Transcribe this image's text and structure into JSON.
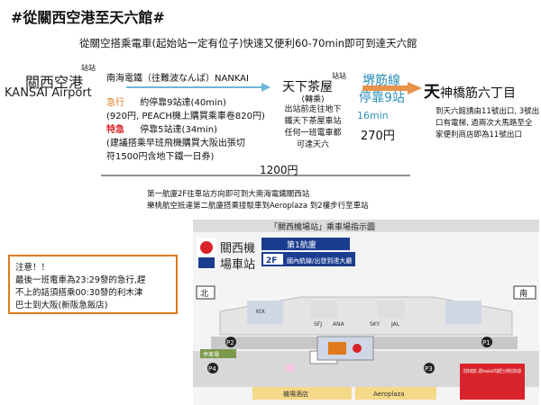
{
  "title": "#從關西空港至天六館#",
  "subtitle": "從關空搭乘電車(起始站一定有位子)快速又便利60-70min即可到達天六館",
  "origin": {
    "name": "關西空港",
    "station_mark": "站站",
    "name_en": "KANSAI Airport"
  },
  "nankai": {
    "title": "南海電鐵（往難波なんば）NANKAI",
    "express_label": "急行",
    "express_desc": "約停靠9站達(40min)",
    "express_desc2": "(920円, PEACH機上購買乘車卷820円)",
    "tokkyu_label": "特急",
    "tokkyu_desc": "停靠5站達(34min)",
    "tokkyu_desc2": "(建議搭乘早班飛機購買大阪出張切",
    "tokkyu_desc3": "符1500円含地下鐵一日券)"
  },
  "tenga": {
    "name": "天下茶屋",
    "station_mark": "站站",
    "note1": "(轉乘)",
    "note2": "出站前走往地下",
    "note3": "鐵天下茶屋車站",
    "note4": "任何一班電車都",
    "note5": "可達天六"
  },
  "sakaisuji": {
    "line": "堺筋線",
    "stops": "停靠9站",
    "time": "16min",
    "fare": "270円"
  },
  "destination": {
    "prefix": "天",
    "name": "神橋筋六丁目",
    "note1": "到天六館請由11號出口, 3號出",
    "note2": "口有電梯, 過兩次大馬路至全",
    "note3": "家便利商店即為11號出口"
  },
  "total_fare": "1200円",
  "terminal_notes": {
    "t1": "第一航廈2F往車站方向即可到大南海電鐵關西站",
    "t2": "樂桃航空抵達第二航廈搭乘接駁車到Aeroplaza 到2樓步行至車站"
  },
  "notice": {
    "heading": "注意！！",
    "line1": "最後一班電車為23:29發的急行,趕",
    "line2": "不上的話須搭乘00:30發的利木津",
    "line3": "巴士到大阪(新阪急飯店)"
  },
  "map": {
    "header": "「關西機場站」乘車場指示圖",
    "logo_top": "關西機",
    "logo_bottom": "場車站",
    "terminal": "第1航廈",
    "floor": "2F",
    "floor_desc": "國內航線/出發到達大廳",
    "north": "北",
    "south": "南",
    "ticket_machine": "KIX",
    "parking_1": "P2",
    "parking_2": "P4",
    "parking_3": "P1",
    "parking_4": "P3",
    "hotel": "機場酒店",
    "aeroplaza": "Aeroplaza",
    "bus_stop": "停車場",
    "red_note": "抵達第2航廈後，請從Aeroplaza1F的接駁巴士(免費)前往第1航廈",
    "sfj": "SFJ",
    "ana": "ANA",
    "sky": "SKY",
    "jal": "JAL"
  },
  "colors": {
    "accent_orange": "#e07a1d",
    "accent_red": "#d8232a",
    "accent_blue": "#2d8fb8",
    "arrow_blue": "#6cb6d8",
    "map_navy": "#1b3d8f"
  }
}
